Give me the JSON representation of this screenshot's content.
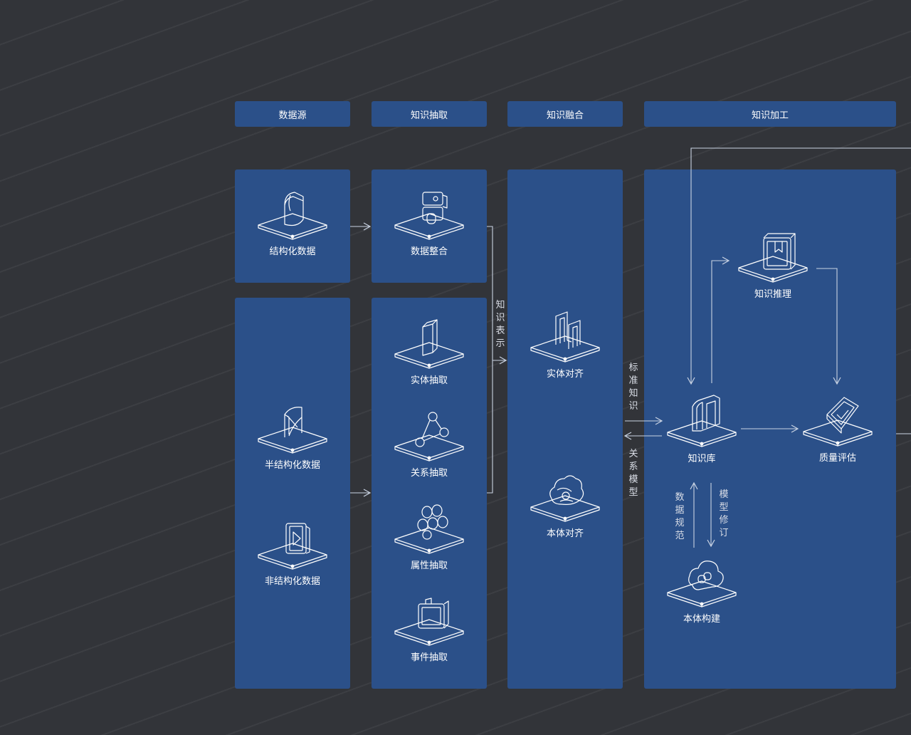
{
  "headers": {
    "source": "数据源",
    "extract": "知识抽取",
    "fusion": "知识融合",
    "process": "知识加工"
  },
  "nodes": {
    "structured": "结构化数据",
    "semi_structured": "半结构化数据",
    "unstructured": "非结构化数据",
    "data_integration": "数据整合",
    "entity_extraction": "实体抽取",
    "relation_extraction": "关系抽取",
    "attribute_extraction": "属性抽取",
    "event_extraction": "事件抽取",
    "entity_alignment": "实体对齐",
    "ontology_alignment": "本体对齐",
    "knowledge_reasoning": "知识推理",
    "knowledge_base": "知识库",
    "quality_assessment": "质量评估",
    "ontology_construction": "本体构建"
  },
  "edge_labels": {
    "knowledge_representation": "知识表示",
    "standard_knowledge": "标准知识",
    "relation_model": "关系模型",
    "data_specification": "数据规范",
    "model_revision": "模型修订"
  },
  "colors": {
    "background": "#323439",
    "panel": "#2b5089",
    "line": "#c9d3e3"
  }
}
